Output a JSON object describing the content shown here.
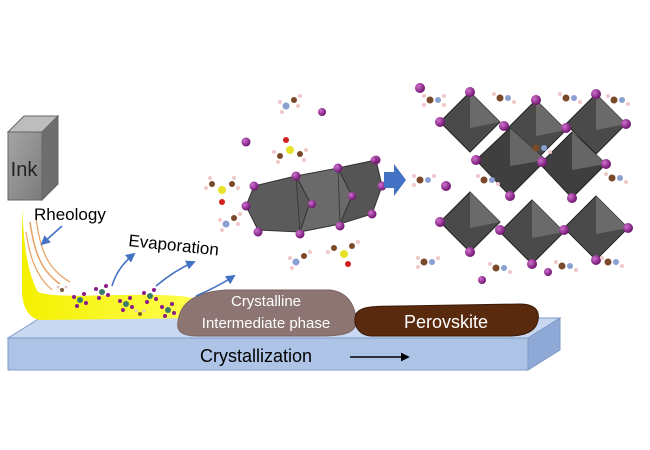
{
  "labels": {
    "ink": "Ink",
    "rheology": "Rheology",
    "evaporation": "Evaporation",
    "intermediate_line1": "Crystalline",
    "intermediate_line2": "Intermediate phase",
    "perovskite": "Perovskite",
    "crystallization": "Crystallization"
  },
  "colors": {
    "substrate": "#aec4e6",
    "ink_film": "#ffff33",
    "intermediate": "#8c7572",
    "perovskite": "#5a2a0e",
    "iodide": "#8b1a8b",
    "octahedron": "#5b5b5b",
    "arrow_blue": "#4472c4",
    "ink_box": "#8c8c8c"
  }
}
